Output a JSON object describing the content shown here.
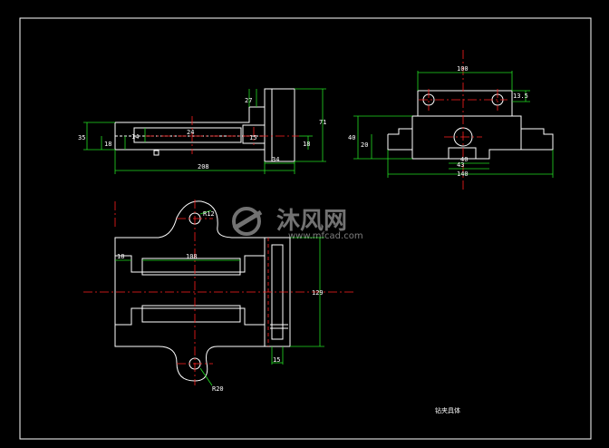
{
  "drawing": {
    "title": "钻夹具体",
    "front_view": {
      "dims": [
        "27",
        "71",
        "35",
        "18",
        "14",
        "24",
        "15",
        "18",
        "34",
        "208"
      ]
    },
    "side_view": {
      "dims": [
        "100",
        "13.5",
        "40",
        "20",
        "40",
        "140",
        "43"
      ]
    },
    "top_view": {
      "dims": [
        "R12",
        "18",
        "108",
        "129",
        "15",
        "R20"
      ]
    }
  },
  "watermark": {
    "name": "沐风网",
    "url": "www.mfcad.com"
  },
  "colors": {
    "outline": "#ffffff",
    "dimension": "#22dd22",
    "centerline": "#ff2020",
    "frame": "#ffffff"
  }
}
